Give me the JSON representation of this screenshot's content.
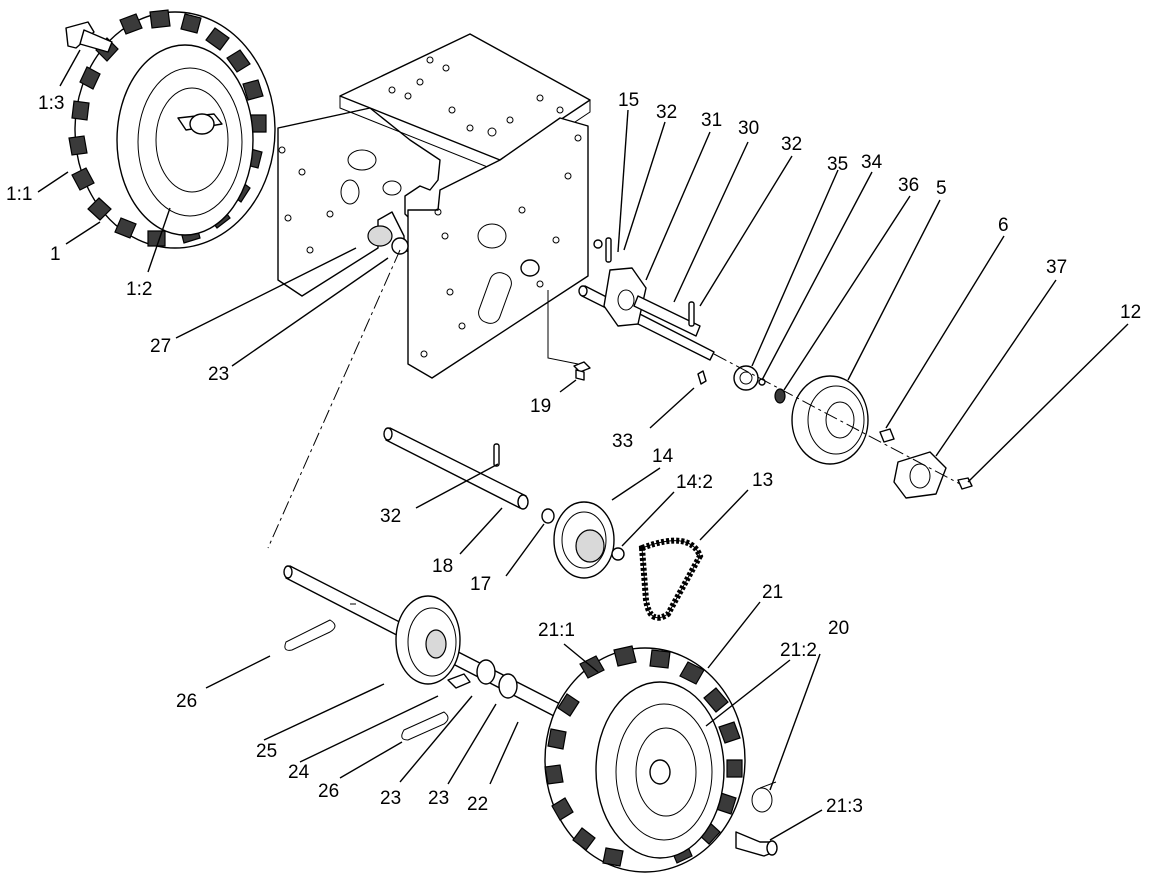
{
  "diagram": {
    "callouts": {
      "c_1_3": "1:3",
      "c_1_1": "1:1",
      "c_1": "1",
      "c_1_2": "1:2",
      "c_27": "27",
      "c_23_top": "23",
      "c_19": "19",
      "c_15": "15",
      "c_32_a": "32",
      "c_31": "31",
      "c_30": "30",
      "c_32_b": "32",
      "c_35": "35",
      "c_34": "34",
      "c_36": "36",
      "c_5": "5",
      "c_6": "6",
      "c_37": "37",
      "c_12": "12",
      "c_33": "33",
      "c_14": "14",
      "c_14_2": "14:2",
      "c_13": "13",
      "c_32_c": "32",
      "c_18": "18",
      "c_17": "17",
      "c_21_1": "21:1",
      "c_21": "21",
      "c_21_2": "21:2",
      "c_20": "20",
      "c_26_a": "26",
      "c_25": "25",
      "c_24": "24",
      "c_26_b": "26",
      "c_23_a": "23",
      "c_23_b": "23",
      "c_22": "22",
      "c_21_3": "21:3"
    }
  }
}
